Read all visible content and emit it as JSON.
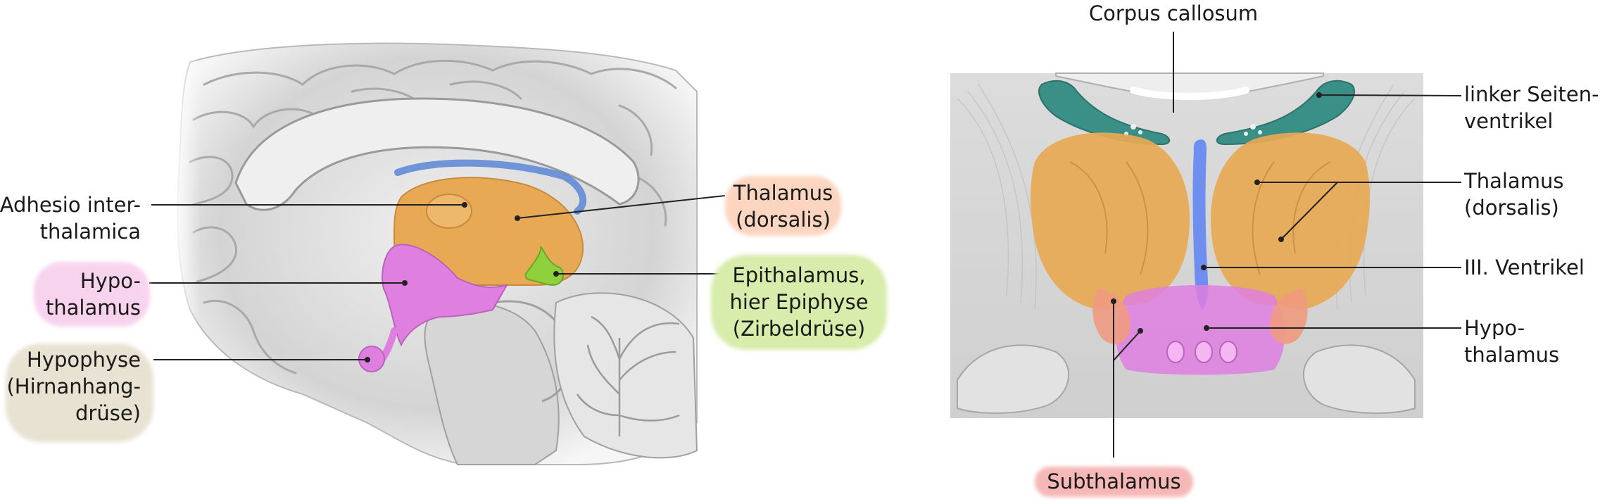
{
  "left_figure": {
    "labels": {
      "adhesio": [
        "Adhesio inter-",
        "thalamica"
      ],
      "hypothalamus": [
        "Hypo-",
        "thalamus"
      ],
      "hypophyse": [
        "Hypophyse",
        "(Hirnanhang-",
        "drüse)"
      ],
      "thalamus": [
        "Thalamus",
        "(dorsalis)"
      ],
      "epithalamus": [
        "Epithalamus,",
        "hier Epiphyse",
        "(Zirbeldrüse)"
      ]
    }
  },
  "right_figure": {
    "labels": {
      "corpus_callosum": "Corpus callosum",
      "seitenventrikel": [
        "linker Seiten-",
        "ventrikel"
      ],
      "thalamus": [
        "Thalamus",
        "(dorsalis)"
      ],
      "ventrikel3": "III. Ventrikel",
      "hypothalamus": [
        "Hypo-",
        "thalamus"
      ],
      "subthalamus": "Subthalamus"
    }
  },
  "colors": {
    "thalamus": "#e8a955",
    "hypothalamus": "#df7fe0",
    "epithalamus": "#8ed13c",
    "subthalamus": "#f09a80",
    "ventricle_green": "#3a8f86",
    "ventricle_blue": "#6e8ff0",
    "badge_thalamus": "#fbd5bf",
    "badge_epithalamus": "#d8ecab",
    "badge_hypothalamus": "#f8d3ee",
    "badge_hypophyse": "#e8e2d3",
    "badge_subthalamus": "#f6b7b7"
  }
}
